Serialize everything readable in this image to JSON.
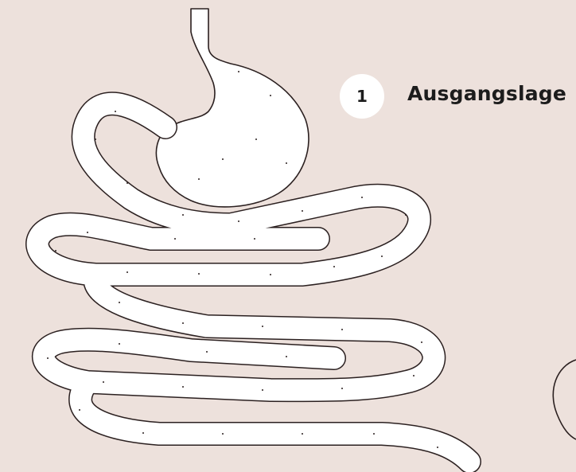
{
  "step": {
    "number": "1",
    "label": "Ausgangslage"
  },
  "illustration": {
    "subject": "stomach-and-small-intestine",
    "outline_color": "#2b2020",
    "fill_color": "#ffffff",
    "background_color": "#ede1dc"
  }
}
